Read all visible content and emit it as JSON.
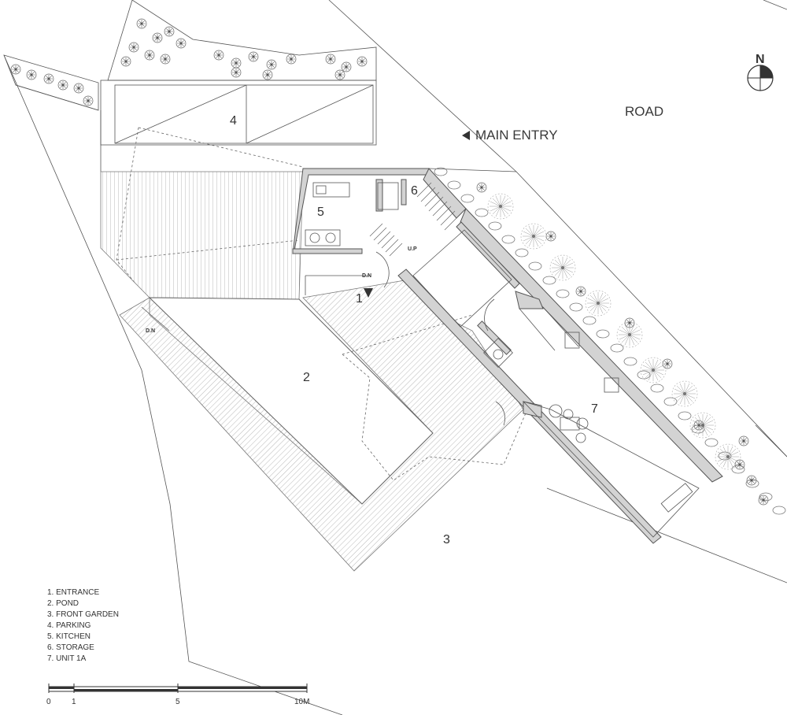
{
  "labels": {
    "road": "ROAD",
    "main_entry": "MAIN ENTRY",
    "north": "N",
    "dn_1": "D.N",
    "dn_2": "D.N",
    "up": "U.P"
  },
  "rooms": [
    {
      "num": "1"
    },
    {
      "num": "2"
    },
    {
      "num": "3"
    },
    {
      "num": "4"
    },
    {
      "num": "5"
    },
    {
      "num": "6"
    },
    {
      "num": "7"
    }
  ],
  "legend": [
    "1. ENTRANCE",
    "2. POND",
    "3. FRONT GARDEN",
    "4. PARKING",
    "5. KITCHEN",
    "6. STORAGE",
    "7. UNIT 1A"
  ],
  "scale": {
    "marks": [
      "0",
      "1",
      "5",
      "10M"
    ]
  },
  "icons": {
    "north_arrow": "north-arrow-icon",
    "entry_arrow": "triangle-left-icon",
    "entrance_arrow": "triangle-down-icon",
    "shrub": "shrub-icon",
    "tree": "tree-icon"
  }
}
